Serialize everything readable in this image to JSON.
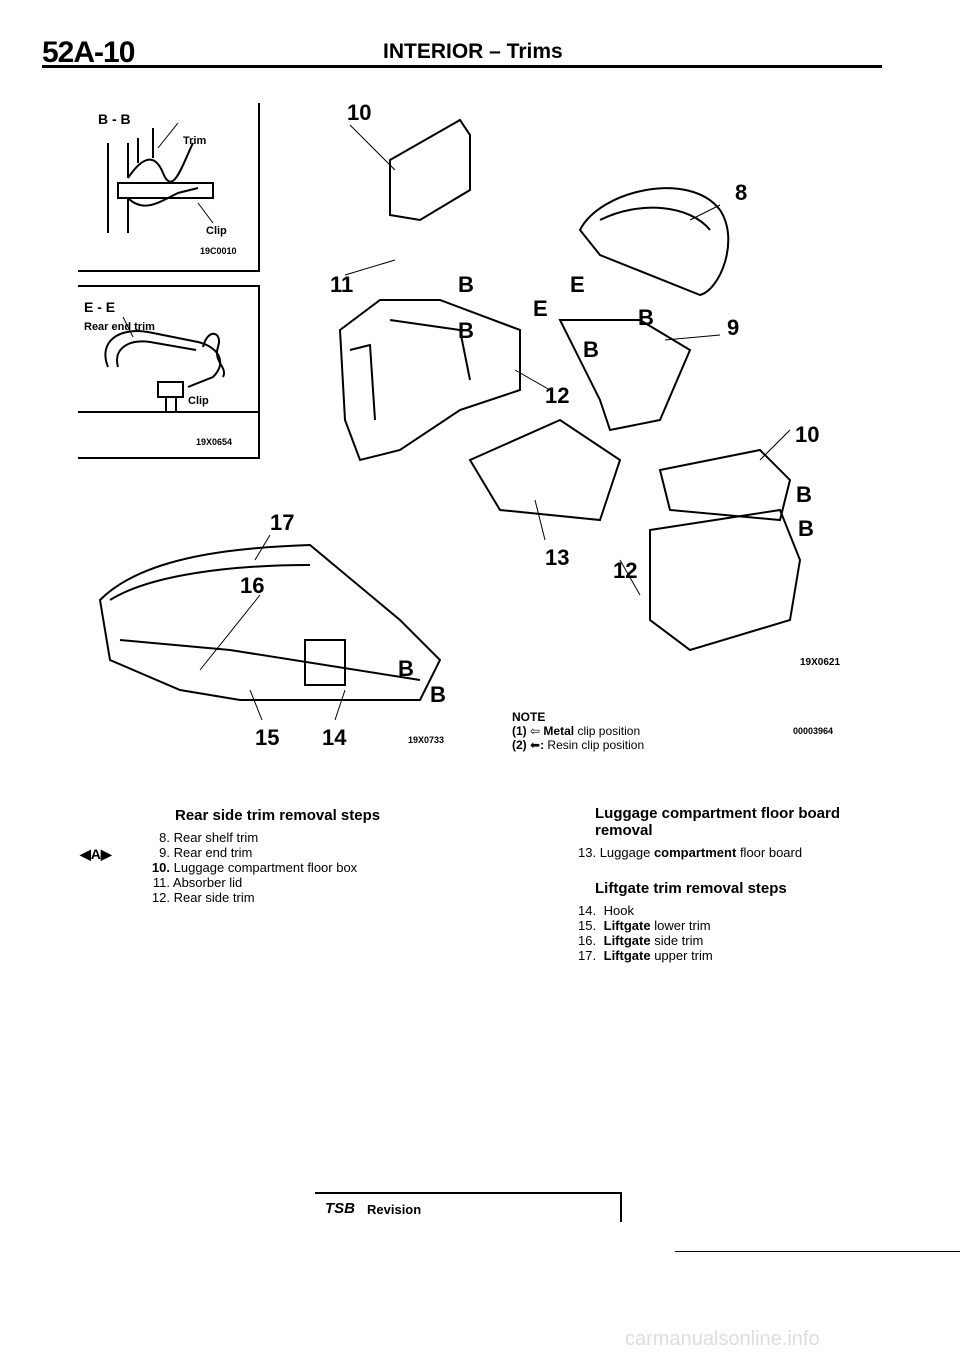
{
  "header": {
    "section_code": "52A-10",
    "title": "INTERIOR – Trims"
  },
  "inset_bb": {
    "title": "B - B",
    "label_trim": "Trim",
    "label_clip": "Clip",
    "code": "19C0010"
  },
  "inset_ee": {
    "title": "E - E",
    "label_rear_end_trim": "Rear end trim",
    "label_clip": "Clip",
    "code": "19X0654"
  },
  "figure_codes": {
    "top": "19X0621",
    "lower_left": "19X0733",
    "note_code": "00003964"
  },
  "callouts": {
    "c10_top": "10",
    "c8": "8",
    "c11": "11",
    "c9": "9",
    "c12_mid": "12",
    "c10_right": "10",
    "c13": "13",
    "c12_right": "12",
    "c17": "17",
    "c16": "16",
    "c15": "15",
    "c14": "14",
    "b_label": "B",
    "e_label": "E"
  },
  "note": {
    "title": "NOTE",
    "line1_num": "(1)",
    "line1_bold": "Metal",
    "line1_text": "clip position",
    "line2_num": "(2)",
    "line2_text": "Resin clip position"
  },
  "rear_side": {
    "title": "Rear side trim removal steps",
    "icon_label": "A",
    "steps": [
      {
        "num": "8.",
        "text": "Rear shelf trim"
      },
      {
        "num": "9.",
        "text": "Rear end trim"
      },
      {
        "num": "10.",
        "text": "Luggage compartment floor box"
      },
      {
        "num": "11.",
        "text": "Absorber lid"
      },
      {
        "num": "12.",
        "text": "Rear side trim"
      }
    ]
  },
  "luggage_floor": {
    "title_a": "Luggage",
    "title_b": "compartment floor board",
    "title_c": "removal",
    "step_num": "13.",
    "step_a": "Luggage",
    "step_b": "compartment",
    "step_c": "floor board"
  },
  "liftgate": {
    "title_a": "Liftgate",
    "title_b": "trim removal",
    "title_c": "steps",
    "steps": [
      {
        "num": "14.",
        "a": "Hook",
        "b": ""
      },
      {
        "num": "15.",
        "a": "Liftgate",
        "b": "lower trim"
      },
      {
        "num": "16.",
        "a": "Liftgate",
        "b": "side trim"
      },
      {
        "num": "17.",
        "a": "Liftgate",
        "b": "upper trim"
      }
    ]
  },
  "footer": {
    "tsb": "TSB",
    "revision": "Revision",
    "watermark": "carmanualsonline.info"
  }
}
